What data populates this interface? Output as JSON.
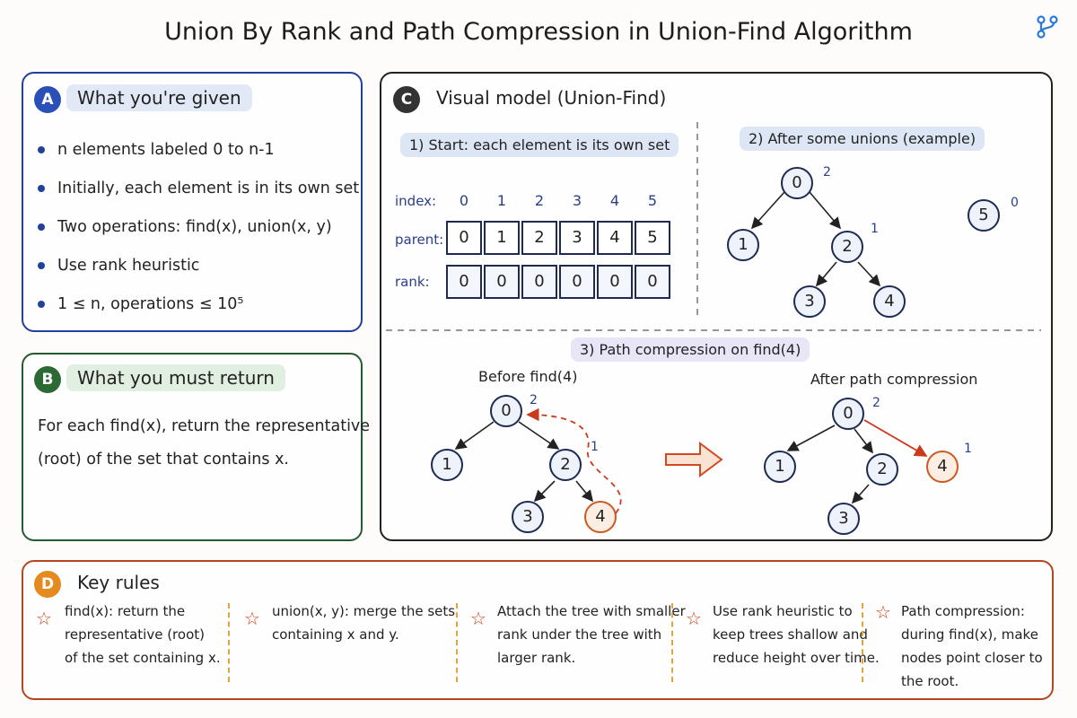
{
  "title": "Union By Rank and Path Compression in Union-Find Algorithm",
  "panel_a": {
    "badge": "A",
    "header": "What you're given",
    "bullets": [
      "n elements labeled 0 to n-1",
      "Initially, each element is in its own set",
      "Two operations: find(x), union(x, y)",
      "Use rank heuristic",
      "1 ≤ n, operations ≤ 10⁵"
    ]
  },
  "panel_b": {
    "badge": "B",
    "header": "What you must return",
    "line1": "For each find(x), return the representative",
    "line2": "(root) of the set that contains x."
  },
  "panel_c": {
    "badge": "C",
    "header": "Visual model (Union-Find)",
    "step1": "1) Start: each element is its own set",
    "step2": "2) After some unions (example)",
    "step3": "3) Path compression on find(4)",
    "index_label": "index:",
    "parent_label": "parent:",
    "rank_label": "rank:",
    "index": [
      "0",
      "1",
      "2",
      "3",
      "4",
      "5"
    ],
    "parent": [
      "0",
      "1",
      "2",
      "3",
      "4",
      "5"
    ],
    "rank": [
      "0",
      "0",
      "0",
      "0",
      "0",
      "0"
    ],
    "tree2": {
      "nodes": [
        "0",
        "1",
        "2",
        "3",
        "4",
        "5"
      ],
      "rank_0": "2",
      "rank_2": "1",
      "rank_5": "0"
    },
    "before_caption": "Before find(4)",
    "after_caption": "After path compression",
    "before_nodes": [
      "0",
      "1",
      "2",
      "3",
      "4"
    ],
    "before_rank_0": "2",
    "before_rank_2": "1",
    "after_nodes": [
      "0",
      "1",
      "2",
      "4",
      "3"
    ],
    "after_rank_0": "2",
    "after_rank_4": "1"
  },
  "panel_d": {
    "badge": "D",
    "header": "Key rules",
    "rules": [
      [
        "find(x): return the",
        "representative (root)",
        "of the set containing x."
      ],
      [
        "union(x, y): merge the sets",
        "containing x and y."
      ],
      [
        "Attach the tree with smaller",
        "rank under the tree with",
        "larger rank."
      ],
      [
        "Use rank heuristic to",
        "keep trees shallow and",
        "reduce height over time."
      ],
      [
        "Path compression:",
        "during find(x), make",
        "nodes point closer to",
        "the root."
      ]
    ]
  },
  "colors": {
    "panel_a": "#23409a",
    "panel_b": "#245a2e",
    "panel_c": "#222222",
    "panel_d": "#b5461f",
    "highlight": "#cc5a20"
  },
  "icons": [
    "git-branch-icon",
    "star-icon",
    "arrow-right-icon"
  ]
}
